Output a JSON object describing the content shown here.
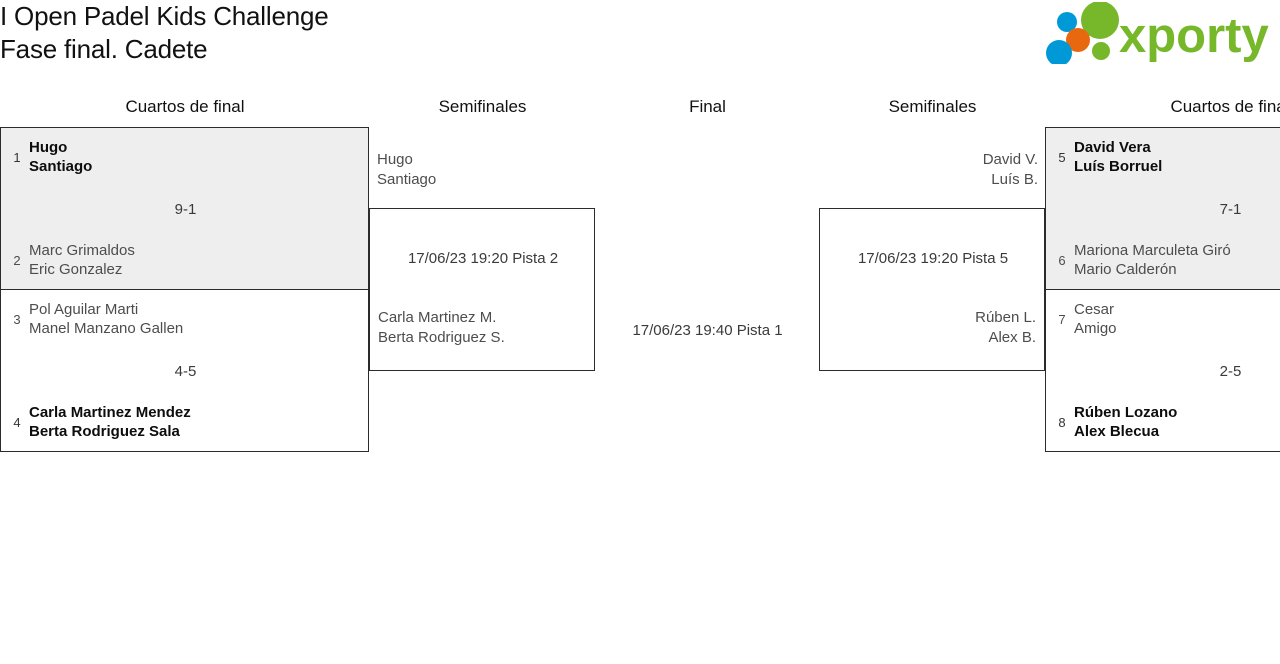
{
  "header": {
    "title_line1": "I Open Padel Kids Challenge",
    "title_line2": "Fase final. Cadete",
    "logo_text": "xporty",
    "logo_colors": {
      "green": "#76b82a",
      "blue": "#0099d8",
      "orange": "#e8680f"
    }
  },
  "rounds": [
    {
      "label": "Cuartos de final"
    },
    {
      "label": "Semifinales"
    },
    {
      "label": "Final"
    },
    {
      "label": "Semifinales"
    },
    {
      "label": "Cuartos de final"
    }
  ],
  "bracket": {
    "left": {
      "quarterfinals": [
        {
          "shaded": true,
          "score": "9-1",
          "top": {
            "seed": "1",
            "player1": "Hugo",
            "player2": "Santiago",
            "result": "winner"
          },
          "bottom": {
            "seed": "2",
            "player1": "Marc Grimaldos",
            "player2": "Eric Gonzalez",
            "result": "loser"
          }
        },
        {
          "shaded": false,
          "score": "4-5",
          "top": {
            "seed": "3",
            "player1": "Pol Aguilar Marti",
            "player2": "Manel Manzano Gallen",
            "result": "loser"
          },
          "bottom": {
            "seed": "4",
            "player1": "Carla Martinez Mendez",
            "player2": "Berta Rodriguez Sala",
            "result": "winner"
          }
        }
      ],
      "semifinal": {
        "schedule": "17/06/23 19:20 Pista 2",
        "team_above": {
          "player1": "Hugo",
          "player2": "Santiago"
        },
        "team_inside": {
          "player1": "Carla Martinez M.",
          "player2": "Berta Rodriguez S."
        }
      }
    },
    "right": {
      "quarterfinals": [
        {
          "shaded": true,
          "score": "7-1",
          "top": {
            "seed": "5",
            "player1": "David Vera",
            "player2": "Luís Borruel",
            "result": "winner"
          },
          "bottom": {
            "seed": "6",
            "player1": "Mariona Marculeta Giró",
            "player2": "Mario Calderón",
            "result": "loser"
          }
        },
        {
          "shaded": false,
          "score": "2-5",
          "top": {
            "seed": "7",
            "player1": "Cesar",
            "player2": "Amigo",
            "result": "loser"
          },
          "bottom": {
            "seed": "8",
            "player1": "Rúben Lozano",
            "player2": "Alex Blecua",
            "result": "winner"
          }
        }
      ],
      "semifinal": {
        "schedule": "17/06/23 19:20 Pista 5",
        "team_above": {
          "player1": "David V.",
          "player2": "Luís B."
        },
        "team_inside": {
          "player1": "Rúben L.",
          "player2": "Alex B."
        }
      }
    },
    "final": {
      "schedule": "17/06/23 19:40 Pista 1"
    }
  }
}
